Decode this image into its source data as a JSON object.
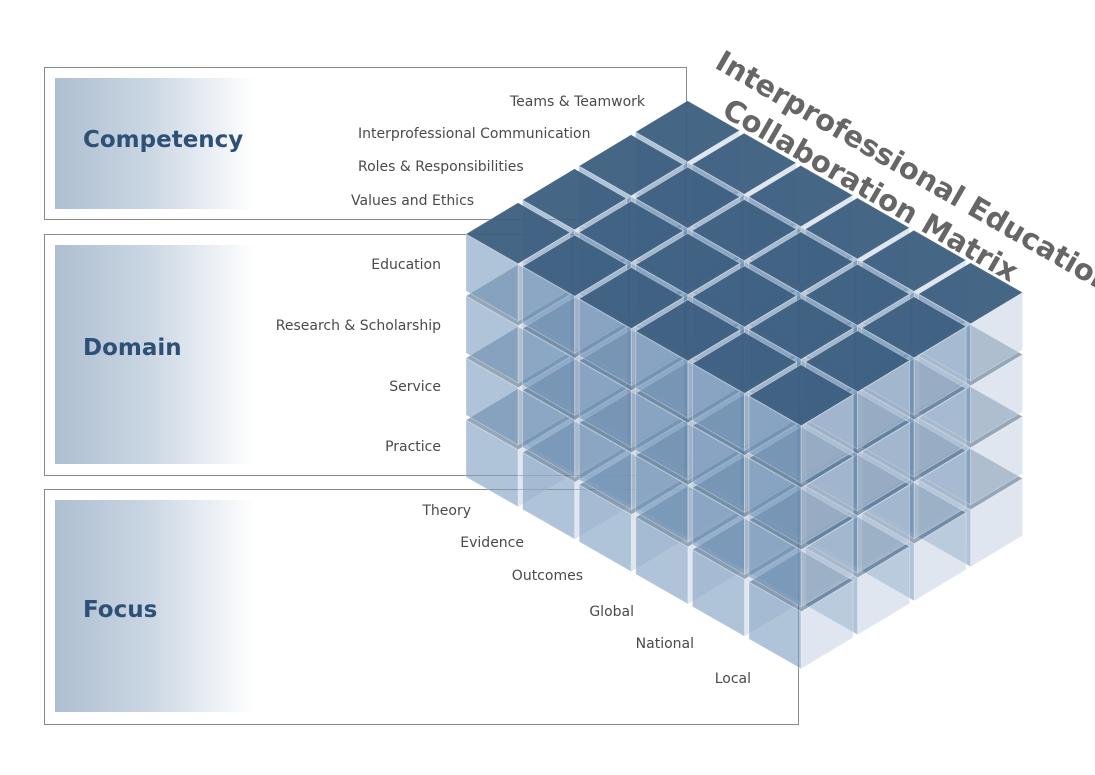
{
  "title_line1": "Interprofessional Education &",
  "title_line2": "Collaboration Matrix",
  "dimensions": {
    "competency": {
      "title": "Competency",
      "items": [
        "Teams & Teamwork",
        "Interprofessional Communication",
        "Roles & Responsibilities",
        "Values and Ethics"
      ]
    },
    "domain": {
      "title": "Domain",
      "items": [
        "Education",
        "Research & Scholarship",
        "Service",
        "Practice"
      ]
    },
    "focus": {
      "title": "Focus",
      "items": [
        "Theory",
        "Evidence",
        "Outcomes",
        "Global",
        "National",
        "Local"
      ]
    }
  },
  "colors": {
    "top_face": "#3c5e80",
    "left_face": "#c4d2e2",
    "right_face": "#7f9fc2",
    "title": "#666666",
    "dimension_title": "#2f5076"
  }
}
